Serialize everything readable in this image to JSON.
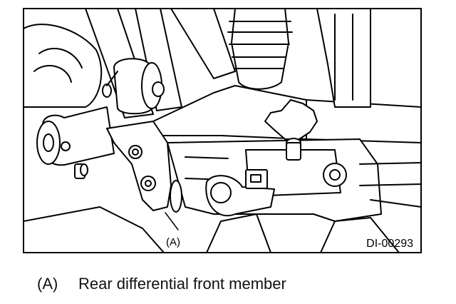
{
  "figure": {
    "code": "DI-00293",
    "callout": "(A)"
  },
  "legend": [
    {
      "key": "(A)",
      "text": "Rear differential front member"
    }
  ]
}
